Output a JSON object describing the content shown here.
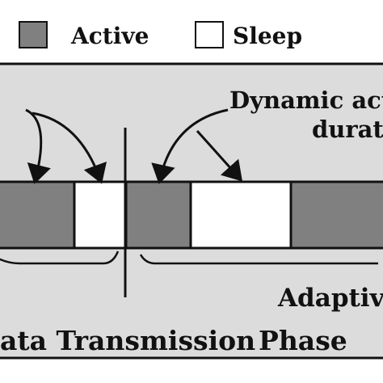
{
  "legend": {
    "active_label": "Active",
    "sleep_label": "Sleep"
  },
  "annotations": {
    "dynamic_active_line1": "Dynamic activ",
    "dynamic_active_line2": "durati",
    "adaptive_label": "Adaptive",
    "data_transmission_label": "ata Transmission",
    "phase_label": "Phase"
  },
  "colors": {
    "active_fill": "#808080",
    "sleep_fill": "#ffffff",
    "panel_fill": "#dcdcdc",
    "stroke": "#111111",
    "page_background": "#ffffff"
  },
  "timeline": [
    {
      "state": "active"
    },
    {
      "state": "sleep"
    },
    {
      "state": "active"
    },
    {
      "state": "sleep"
    },
    {
      "state": "active"
    }
  ]
}
